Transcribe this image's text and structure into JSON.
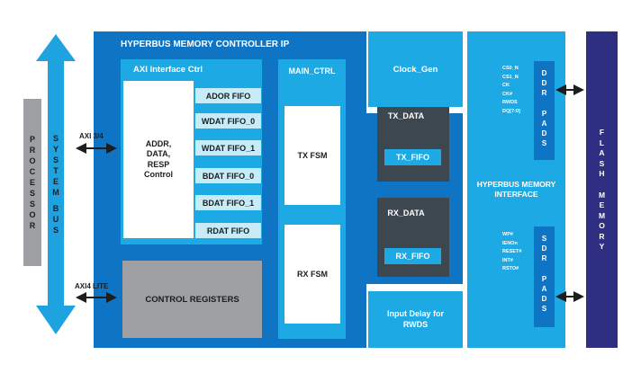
{
  "processor": {
    "label": "PROCESSOR"
  },
  "system_bus": {
    "label": "SYSTEM BUS"
  },
  "interfaces": {
    "axi": "AXI 3/4",
    "axi_lite": "AXI4 LITE"
  },
  "controller": {
    "title": "HYPERBUS MEMORY CONTROLLER IP",
    "axi_ctrl": {
      "title": "AXI Interface Ctrl",
      "addr_block": [
        "ADDR,",
        "DATA,",
        "RESP",
        "Control"
      ],
      "fifos": [
        "ADOR FIFO",
        "WDAT FIFO_0",
        "WDAT FIFO_1",
        "BDAT FIFO_0",
        "BDAT FIFO_1",
        "RDAT FIFO"
      ]
    },
    "control_registers": "CONTROL REGISTERS",
    "main_ctrl": {
      "title": "MAIN_CTRL",
      "tx_fsm": "TX FSM",
      "rx_fsm": "RX FSM"
    },
    "tx_data": {
      "title": "TX_DATA",
      "fifo": "TX_FIFO"
    },
    "rx_data": {
      "title": "RX_DATA",
      "fifo": "RX_FIFO"
    },
    "clock_gen": "Clock_Gen",
    "input_delay": [
      "Input Delay for",
      "RWDS"
    ]
  },
  "hyperbus_interface": {
    "title": [
      "HYPERBUS MEMORY",
      "INTERFACE"
    ],
    "ddr_signals": [
      "CS0_N",
      "CS1_N",
      "CK",
      "CK#",
      "RWDS",
      "DQ[7:0]"
    ],
    "ddr_pads": "DDR PADS",
    "sdr_signals": [
      "WP#",
      "IENOn",
      "RESET#",
      "INT#",
      "RSTO#"
    ],
    "sdr_pads": "SDR PADS"
  },
  "flash_memory": {
    "label": "FLASH MEMORY"
  },
  "colors": {
    "outer_blue": "#0f74c4",
    "light_blue": "#1ca9e4",
    "pale_blue": "#c5ecf8",
    "dark_gray": "#3d4750",
    "gray": "#9d9fa2",
    "navy": "#2e2f82",
    "arrow": "#1ea3e0"
  }
}
